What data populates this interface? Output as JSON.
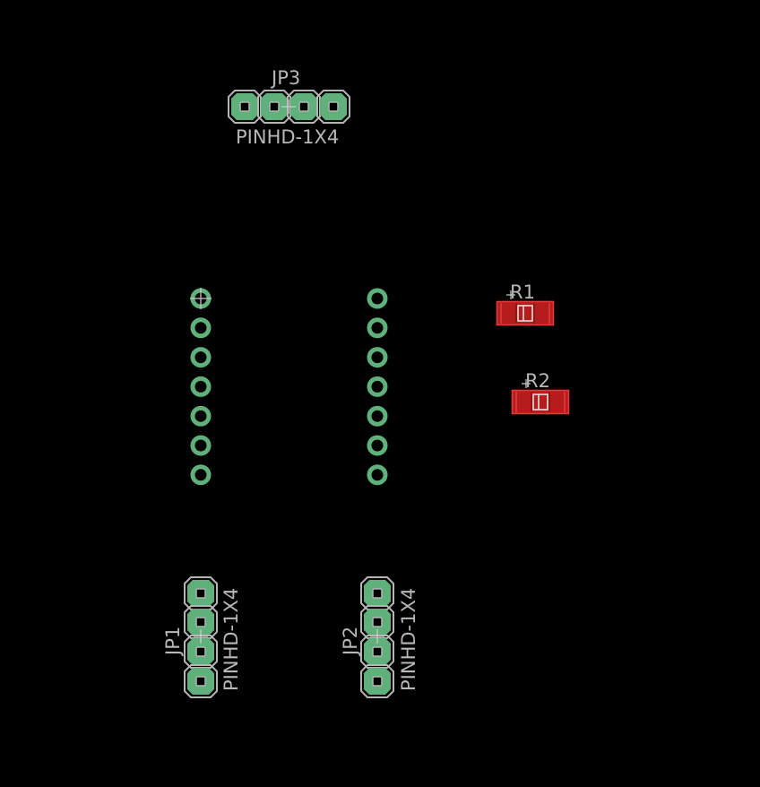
{
  "board": {
    "background": "#000000",
    "colors": {
      "pad": "#5fb07a",
      "outline": "#b5b5b5",
      "label": "#b7b7b7",
      "resistor": "#b51d1d",
      "resistor_edge": "#e23a3a"
    }
  },
  "components": {
    "jp3": {
      "ref": "JP3",
      "value": "PINHD-1X4"
    },
    "jp1": {
      "ref": "JP1",
      "value": "PINHD-1X4"
    },
    "jp2": {
      "ref": "JP2",
      "value": "PINHD-1X4"
    },
    "r1": {
      "ref": "R1"
    },
    "r2": {
      "ref": "R2"
    }
  },
  "hole_columns": [
    {
      "name": "left",
      "count": 7
    },
    {
      "name": "right",
      "count": 7
    }
  ]
}
